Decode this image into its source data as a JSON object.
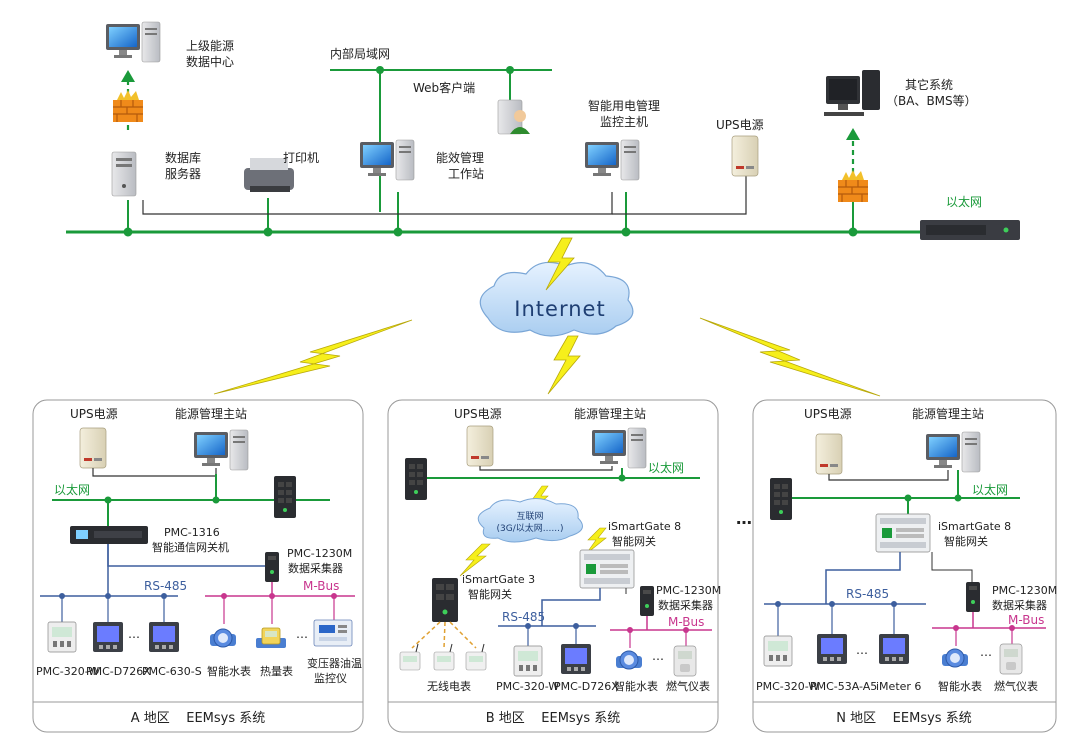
{
  "top": {
    "upper_center": [
      "上级能源",
      "数据中心"
    ],
    "intranet": "内部局域网",
    "web_client": "Web客户端",
    "smart_host": [
      "智能用电管理",
      "监控主机"
    ],
    "ups": "UPS电源",
    "other_system": [
      "其它系统",
      "（BA、BMS等）"
    ],
    "db_server": [
      "数据库",
      "服务器"
    ],
    "printer": "打印机",
    "eff_station": [
      "能效管理",
      "工作站"
    ],
    "ethernet": "以太网"
  },
  "internet": "Internet",
  "ellipsis": "…",
  "regionA": {
    "ups": "UPS电源",
    "master": "能源管理主站",
    "ethernet": "以太网",
    "gateway": [
      "PMC-1316",
      "智能通信网关机"
    ],
    "collector": [
      "PMC-1230M",
      "数据采集器"
    ],
    "rs485": "RS-485",
    "mbus": "M-Bus",
    "meters": [
      "PMC-320-W",
      "PMC-D726X",
      "PMC-630-S"
    ],
    "m_devices": [
      "智能水表",
      "热量表"
    ],
    "transformer": [
      "变压器油温",
      "监控仪"
    ],
    "caption": "A 地区    EEMsys 系统"
  },
  "regionB": {
    "ups": "UPS电源",
    "master": "能源管理主站",
    "ethernet": "以太网",
    "cloud": [
      "互联网",
      "(3G/以太网......)"
    ],
    "gw8": [
      "iSmartGate 8",
      "智能网关"
    ],
    "gw3": [
      "iSmartGate 3",
      "智能网关"
    ],
    "collector": [
      "PMC-1230M",
      "数据采集器"
    ],
    "rs485": "RS-485",
    "mbus": "M-Bus",
    "wireless": "无线电表",
    "meters": [
      "PMC-320-W",
      "PMC-D726X"
    ],
    "m_devices": [
      "智能水表",
      "燃气仪表"
    ],
    "caption": "B 地区    EEMsys 系统"
  },
  "regionN": {
    "ups": "UPS电源",
    "master": "能源管理主站",
    "ethernet": "以太网",
    "gw8": [
      "iSmartGate 8",
      "智能网关"
    ],
    "collector": [
      "PMC-1230M",
      "数据采集器"
    ],
    "rs485": "RS-485",
    "mbus": "M-Bus",
    "meters": [
      "PMC-320-W",
      "PMC-53A-A5",
      "iMeter 6"
    ],
    "m_devices": [
      "智能水表",
      "燃气仪表"
    ],
    "caption": "N 地区    EEMsys 系统"
  },
  "colors": {
    "green": "#1a9a3a",
    "blue": "#3d5f9e",
    "magenta": "#c8368e",
    "dark": "#333333",
    "bolt": "#f6ef1b"
  }
}
